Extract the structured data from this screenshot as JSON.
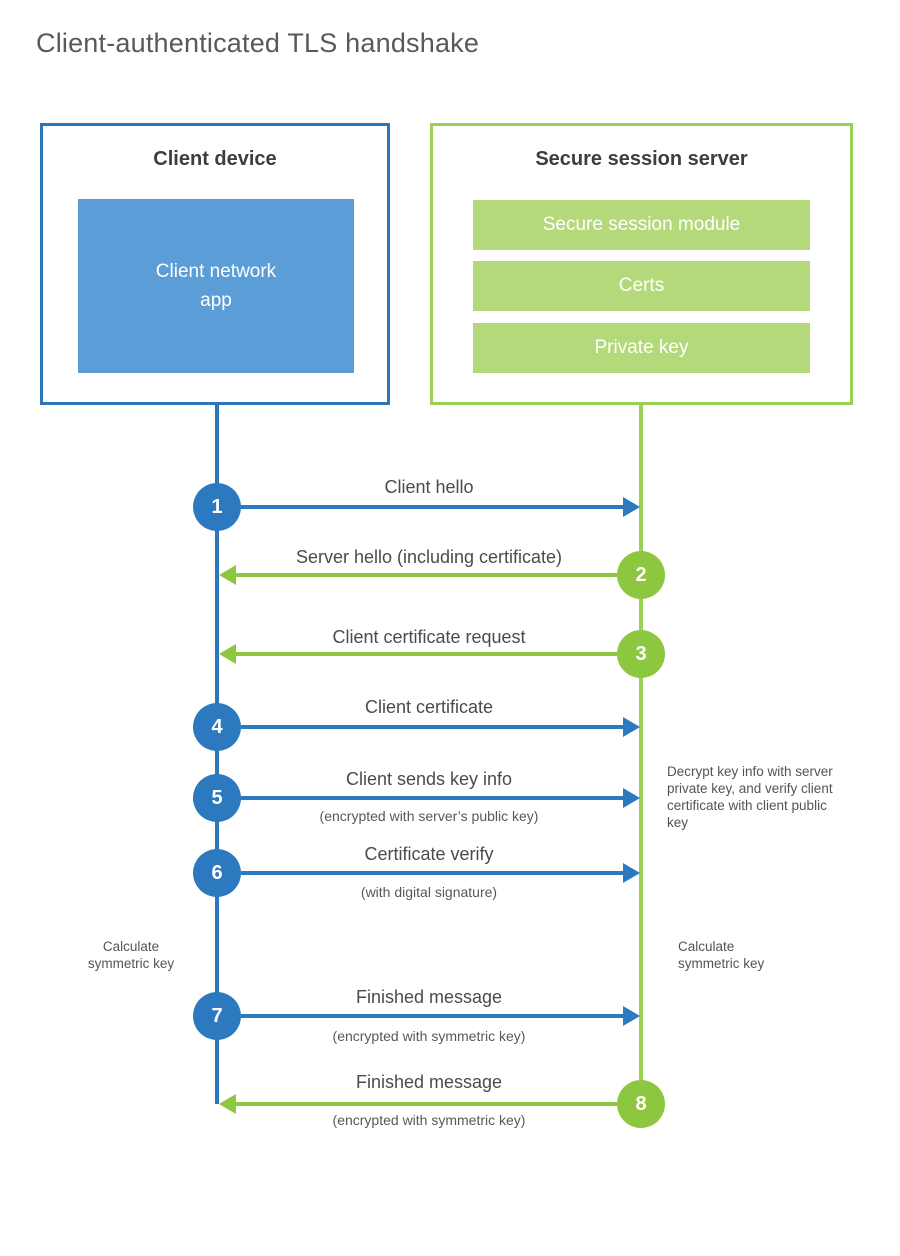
{
  "title": "Client-authenticated TLS handshake",
  "colors": {
    "client_blue_border": "#2d76bc",
    "client_blue_strong": "#2d79bf",
    "client_blue_fill": "#5b9dd7",
    "server_green_strong": "#8dc63f",
    "server_green_border": "#9ccf55",
    "server_green_fill": "#b3d97a",
    "title_gray": "#58595b",
    "label_gray": "#4b4b4d"
  },
  "client_box": {
    "title": "Client device",
    "app_label": "Client network\napp"
  },
  "server_box": {
    "title": "Secure session server",
    "modules": [
      "Secure session module",
      "Certs",
      "Private key"
    ]
  },
  "messages": [
    {
      "num": "1",
      "label": "Client hello",
      "sub": "",
      "direction": "right",
      "actor": "client"
    },
    {
      "num": "2",
      "label": "Server hello (including certificate)",
      "sub": "",
      "direction": "left",
      "actor": "server"
    },
    {
      "num": "3",
      "label": "Client certificate request",
      "sub": "",
      "direction": "left",
      "actor": "server"
    },
    {
      "num": "4",
      "label": "Client certificate",
      "sub": "",
      "direction": "right",
      "actor": "client"
    },
    {
      "num": "5",
      "label": "Client sends key info",
      "sub": "(encrypted with server’s public key)",
      "direction": "right",
      "actor": "client"
    },
    {
      "num": "6",
      "label": "Certificate verify",
      "sub": "(with digital signature)",
      "direction": "right",
      "actor": "client"
    },
    {
      "num": "7",
      "label": "Finished message",
      "sub": "(encrypted with symmetric key)",
      "direction": "right",
      "actor": "client"
    },
    {
      "num": "8",
      "label": "Finished message",
      "sub": "(encrypted with symmetric key)",
      "direction": "left",
      "actor": "server"
    }
  ],
  "annotations": {
    "decrypt_note": "Decrypt key info with server private key, and verify client certificate with client public key",
    "calc_left": "Calculate symmetric key",
    "calc_right": "Calculate symmetric key"
  }
}
